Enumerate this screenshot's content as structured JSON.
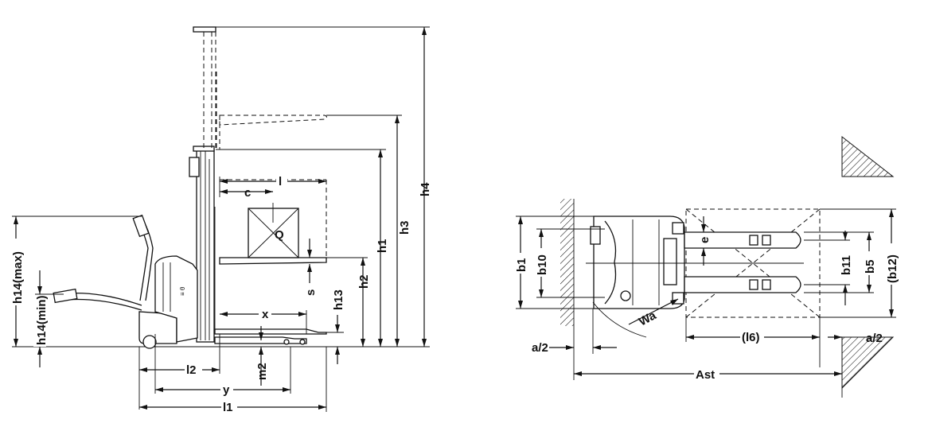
{
  "side_view": {
    "labels": {
      "h4": "h4",
      "h3": "h3",
      "h1": "h1",
      "h2": "h2",
      "h13": "h13",
      "s": "s",
      "c": "c",
      "l": "l",
      "q": "Q",
      "x": "x",
      "l2": "l2",
      "m2": "m2",
      "y": "y",
      "l1": "l1",
      "h14_max": "h14(max)",
      "h14_min": "h14(min)"
    }
  },
  "top_view": {
    "labels": {
      "e": "e",
      "b1": "b1",
      "b10": "b10",
      "b11": "b11",
      "b5": "b5",
      "b12": "(b12)",
      "wa": "Wa",
      "a2_left": "a/2",
      "a2_right": "a/2",
      "l6": "(l6)",
      "ast": "Ast"
    }
  }
}
